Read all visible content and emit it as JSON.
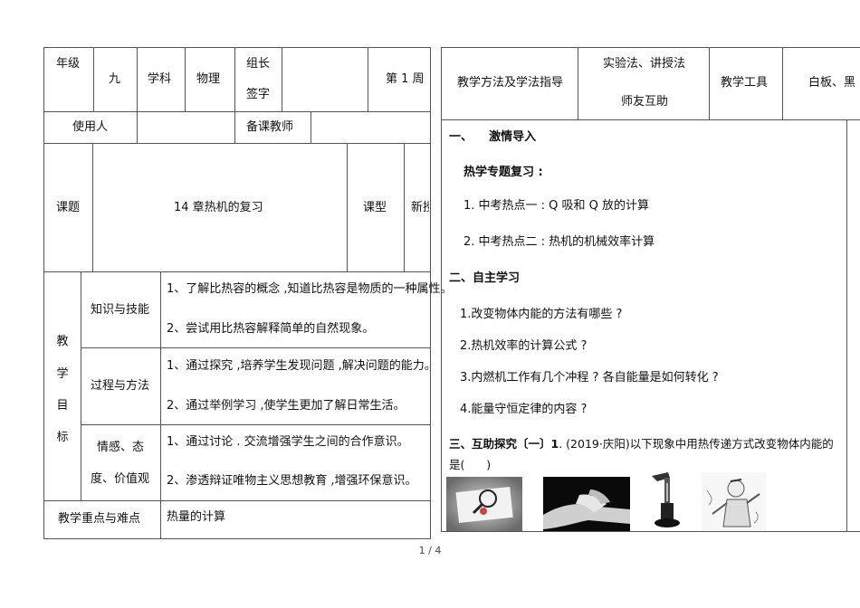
{
  "left_table": {
    "grade_label": "年级",
    "grade_value": "九",
    "subject_label": "学科",
    "subject_value": "物理",
    "leader_label_1": "组长",
    "leader_label_2": "签字",
    "week": "第 1 周",
    "user_label": "使用人",
    "prep_teacher_label": "备课教师",
    "topic_label": "课题",
    "topic_value": "14 章热机的复习",
    "lesson_type_label": "课型",
    "lesson_type_value": "新授课",
    "goals_label_chars": [
      "教",
      "学",
      "目",
      "标"
    ],
    "goals": [
      {
        "category_lines": [
          "知识与技能"
        ],
        "items": [
          "1、了解比热容的概念 ,知道比热容是物质的一种属性。",
          "2、尝试用比热容解释简单的自然现象。"
        ]
      },
      {
        "category_lines": [
          "过程与方法"
        ],
        "items": [
          "1、通过探究 ,培养学生发现问题 ,解决问题的能力。",
          "2、通过举例学习 ,使学生更加了解日常生活。"
        ]
      },
      {
        "category_lines": [
          "情感、态",
          "度、价值观"
        ],
        "items": [
          "1、通过讨论 . 交流增强学生之间的合作意识。",
          "2、渗透辩证唯物主义思想教育 ,增强环保意识。"
        ]
      }
    ],
    "key_points_label": "教学重点与难点",
    "key_points_value": "热量的计算"
  },
  "right_table": {
    "method_label": "教学方法及学法指导",
    "method_value_1": "实验法、讲授法",
    "method_value_2": "师友互助",
    "tools_label": "教学工具",
    "tools_value": "白板、黑",
    "section1_title": "一、    激情导入",
    "section1_subtitle": "热学专题复习 :",
    "section1_items": [
      "1. 中考热点一 : Q 吸和 Q 放的计算",
      "2. 中考热点二 : 热机的机械效率计算"
    ],
    "section2_title": "二、自主学习",
    "section2_items": [
      "1.改变物体内能的方法有哪些 ?",
      "2.热机效率的计算公式 ?",
      "3.内燃机工作有几个冲程 ? 各自能量是如何转化 ?",
      "4.能量守恒定律的内容 ?"
    ],
    "section3_title": "三、互助探究〔一〕",
    "section3_q_num": "1",
    "section3_q_text": ". (2019·庆阳)以下现象中用热传递方式改变物体内能的",
    "section3_q_text2": "是(      )"
  },
  "page_number": "1 / 4"
}
